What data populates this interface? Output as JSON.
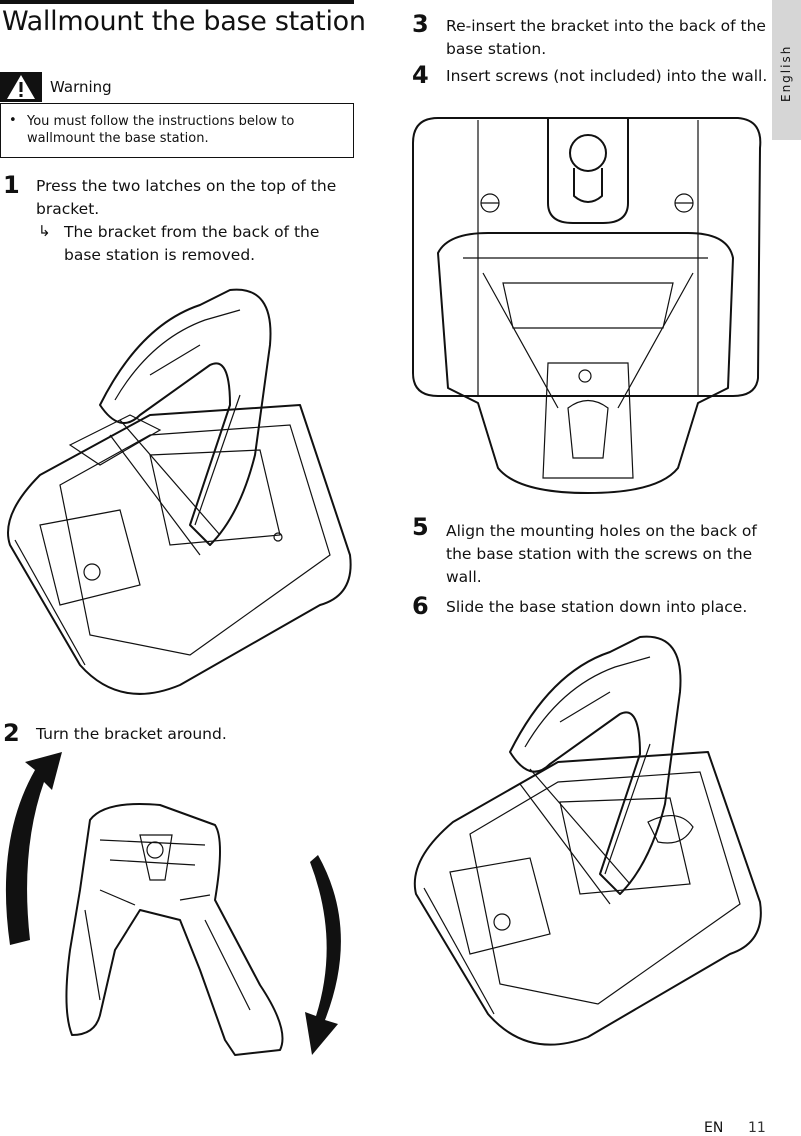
{
  "page": {
    "title": "Wallmount the base station",
    "language_tab": "English",
    "footer_lang": "EN",
    "footer_page": "11"
  },
  "warning": {
    "label": "Warning",
    "bullet": "•",
    "text": "You must follow the instructions below to wallmount the base station."
  },
  "steps": [
    {
      "num": "1",
      "text": "Press the two latches on the top of the bracket.",
      "result_glyph": "↳",
      "result": "The bracket from the back of the base station is removed."
    },
    {
      "num": "2",
      "text": "Turn the bracket around."
    },
    {
      "num": "3",
      "text": "Re-insert the bracket into the back of the base station."
    },
    {
      "num": "4",
      "text": "Insert screws (not included) into the wall."
    },
    {
      "num": "5",
      "text": "Align the mounting holes on the back of the base station with the screws on the wall."
    },
    {
      "num": "6",
      "text": "Slide the base station down into place."
    }
  ],
  "colors": {
    "ink": "#111111",
    "tab": "#d6d6d6"
  },
  "icons": [
    "warning-triangle-icon",
    "result-arrow-icon",
    "rotate-arrow-icon"
  ]
}
